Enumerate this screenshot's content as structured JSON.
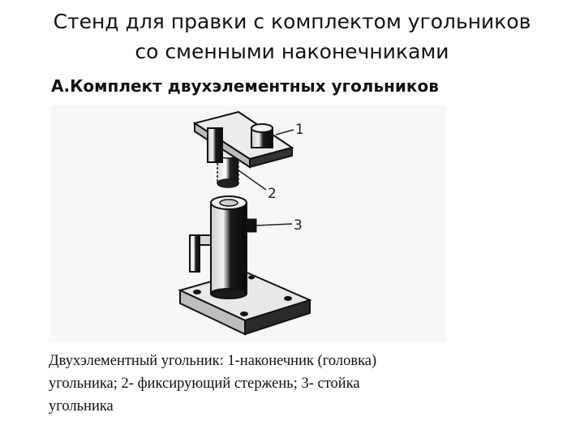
{
  "title": {
    "line1": "Стенд для правки с комплектом угольников",
    "line2": "со сменными наконечниками"
  },
  "subtitle": "А.Комплект двухэлементных угольников",
  "figure": {
    "labels": [
      "1",
      "2",
      "3"
    ]
  },
  "caption": {
    "line1": "Двухэлементный угольник: 1-наконечник (головка)",
    "line2": "угольника; 2- фиксирующий стержень; 3- стойка",
    "line3": "угольника"
  }
}
